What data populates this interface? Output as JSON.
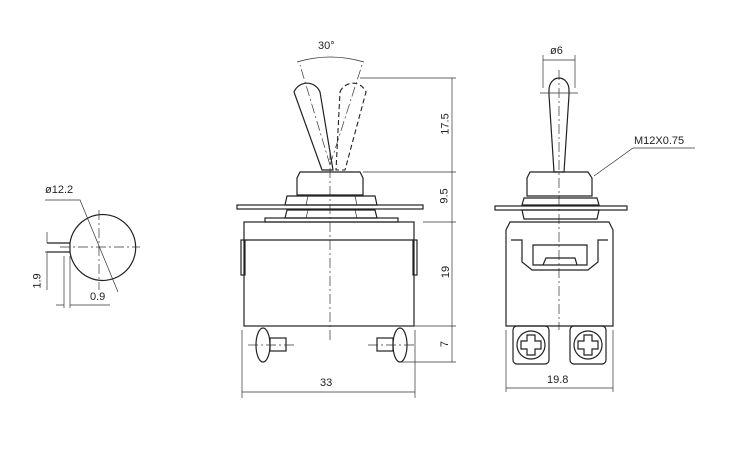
{
  "left_view": {
    "diameter_label": "ø12.2",
    "height_label": "1.9",
    "width_label": "0.9"
  },
  "front_view": {
    "angle_label": "30°",
    "dims": {
      "lever": "17.5",
      "bushing": "9.5",
      "body": "19",
      "terminal": "7",
      "width": "33"
    }
  },
  "side_view": {
    "lever_diameter_label": "ø6",
    "thread_label": "M12X0.75",
    "width_label": "19.8"
  }
}
